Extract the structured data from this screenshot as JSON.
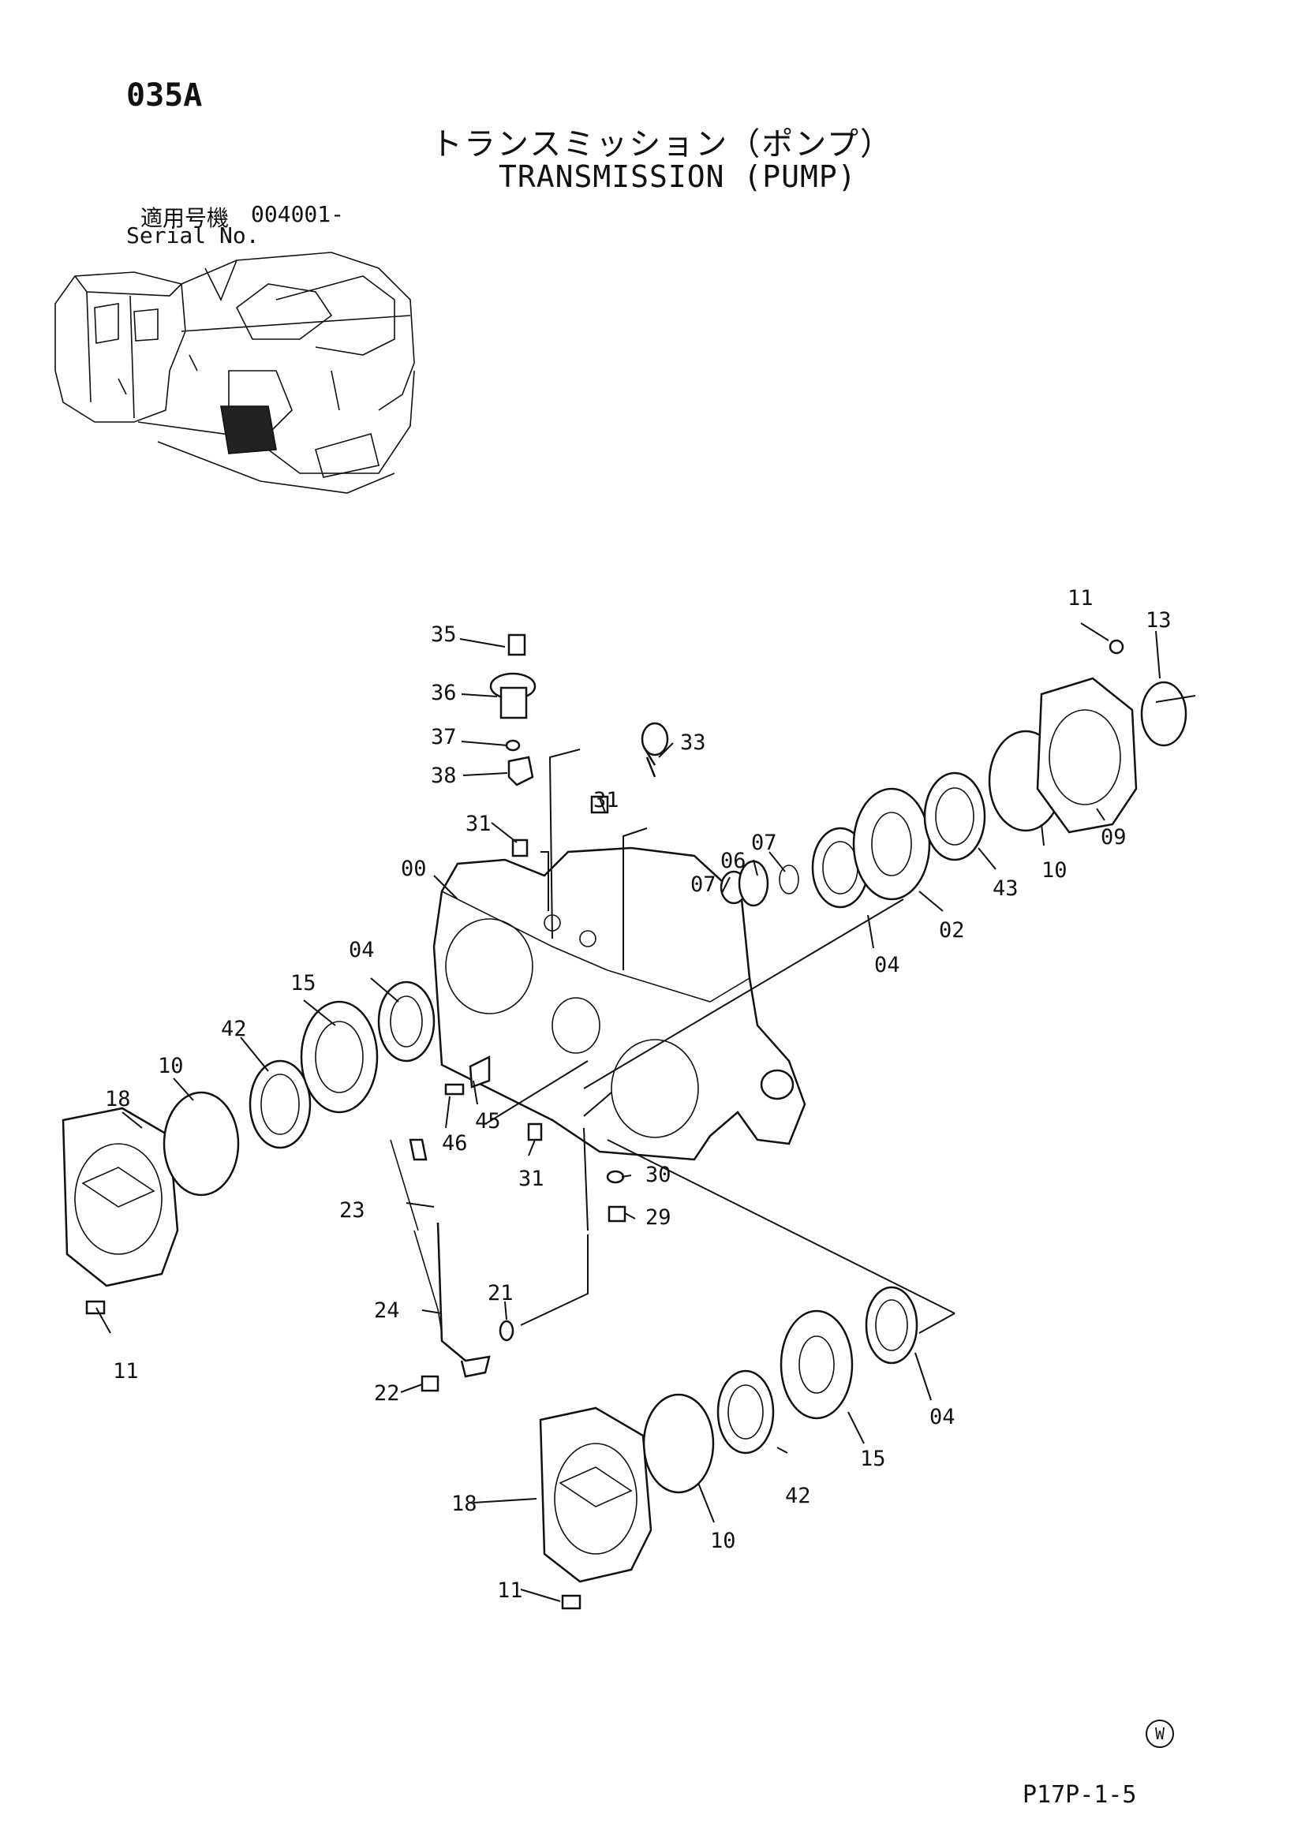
{
  "header": {
    "page_code": "035A",
    "title_ja": "トランスミッション（ポンプ）",
    "title_en": "TRANSMISSION (PUMP)",
    "serial_label_ja": "適用号機",
    "serial_value": "004001-",
    "serial_label_en": "Serial No."
  },
  "footer": {
    "mark": "W",
    "ref_code": "P17P-1-5"
  },
  "callouts": [
    "35",
    "36",
    "37",
    "38",
    "33",
    "31",
    "31",
    "00",
    "04",
    "15",
    "42",
    "10",
    "18",
    "11",
    "46",
    "45",
    "31",
    "30",
    "29",
    "23",
    "24",
    "21",
    "22",
    "07",
    "06",
    "07",
    "04",
    "02",
    "43",
    "10",
    "09",
    "11",
    "13",
    "04",
    "15",
    "42",
    "10",
    "18",
    "11"
  ]
}
